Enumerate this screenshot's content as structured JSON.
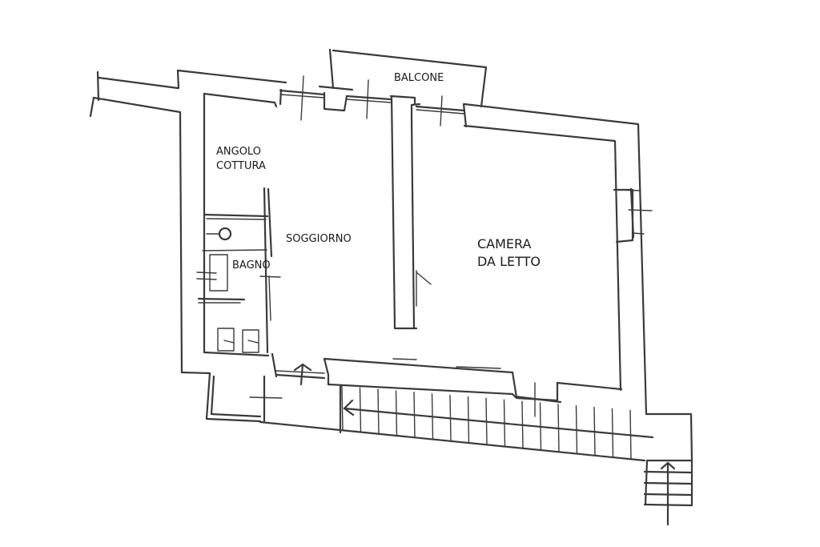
{
  "plan": {
    "type": "floor-plan",
    "style": "hand-drawn sketch",
    "line_color": "#3a3a3a",
    "background": "#ffffff",
    "rooms": [
      {
        "id": "balcone",
        "label": "BALCONE"
      },
      {
        "id": "angolo_cottura",
        "label": "ANGOLO\nCOTTURA"
      },
      {
        "id": "soggiorno",
        "label": "SOGGIORNO"
      },
      {
        "id": "bagno",
        "label": "BAGNO"
      },
      {
        "id": "camera",
        "label": "CAMERA\nDA LETTO"
      }
    ],
    "features": [
      "entrance-door-arrow",
      "external-staircase",
      "entry-stair-arrow",
      "bathtub",
      "toilet",
      "bidet",
      "window-right-wall",
      "balcony-doors"
    ]
  }
}
